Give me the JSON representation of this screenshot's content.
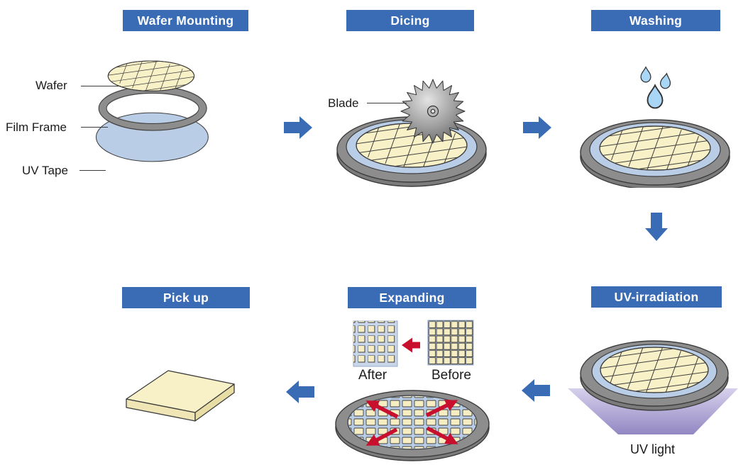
{
  "steps": [
    {
      "label": "Wafer Mounting"
    },
    {
      "label": "Dicing"
    },
    {
      "label": "Washing"
    },
    {
      "label": "UV-irradiation"
    },
    {
      "label": "Expanding"
    },
    {
      "label": "Pick up"
    }
  ],
  "labels": {
    "wafer": "Wafer",
    "film_frame": "Film Frame",
    "uv_tape": "UV Tape",
    "blade": "Blade",
    "uv_light": "UV light",
    "after": "After",
    "before": "Before"
  },
  "icons": {
    "flow_arrow_right": "block-arrow-right",
    "flow_arrow_down": "block-arrow-down",
    "flow_arrow_left": "block-arrow-left",
    "water_drops": "water-drops",
    "blade": "circular-saw-blade",
    "expand_arrows": "red-outward-arrows",
    "shrink_arrow": "red-arrow-left"
  },
  "colors": {
    "header_bg": "#3a6cb5",
    "flow_arrow": "#3a6cb5",
    "wafer_fill": "#f8f1c8",
    "film_frame_fill": "#8d8d8d",
    "uv_tape_fill": "#b9cde6",
    "water_drop_fill": "#a9d6f5",
    "uv_beam_top": "#d7d1ec",
    "uv_beam_bottom": "#9287c2",
    "expand_arrow_red": "#c8102e"
  }
}
